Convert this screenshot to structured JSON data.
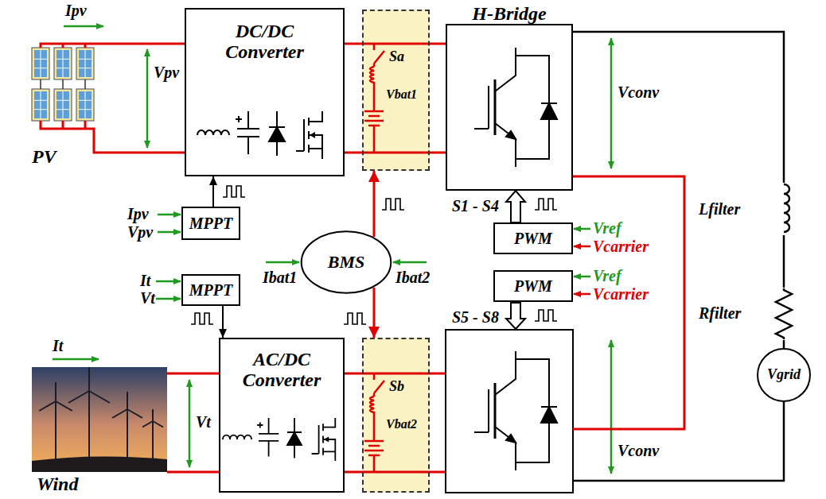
{
  "diagram": {
    "nodes": [
      {
        "text": [
          "PV"
        ]
      },
      {
        "text": [
          "DC/DC Converter"
        ]
      },
      {
        "text": [
          "Sa",
          "Vbat1"
        ]
      },
      {
        "text": [
          "H-Bridge"
        ]
      },
      {
        "text": [
          "MPPT"
        ]
      },
      {
        "text": [
          "BMS"
        ]
      },
      {
        "text": [
          "PWM"
        ]
      },
      {
        "text": [
          "MPPT"
        ]
      },
      {
        "text": [
          "PWM"
        ]
      },
      {
        "text": [
          "Wind"
        ]
      },
      {
        "text": [
          "AC/DC Converter"
        ]
      },
      {
        "text": [
          "Sb",
          "Vbat2"
        ]
      },
      {
        "text": [
          "Vgrid"
        ]
      }
    ],
    "edges": [
      {
        "from": 0,
        "to": 1,
        "arrow": "none"
      },
      {
        "from": 1,
        "to": 3,
        "arrow": "none"
      },
      {
        "from": 4,
        "to": 1,
        "arrow": "to"
      },
      {
        "from": 5,
        "to": 2,
        "arrow": "to"
      },
      {
        "from": 5,
        "to": 11,
        "arrow": "to"
      },
      {
        "from": 6,
        "to": 3,
        "arrow": "to",
        "label": "S1 - S4"
      },
      {
        "from": 7,
        "to": 10,
        "arrow": "to"
      },
      {
        "from": 9,
        "to": 10,
        "arrow": "none"
      },
      {
        "from": 3,
        "to": 12,
        "arrow": "none"
      }
    ],
    "labels": [
      "Ipv",
      "Vpv",
      "Ipv",
      "Vpv",
      "It",
      "Vt",
      "Ibat1",
      "Ibat2",
      "Vconv",
      "Vref",
      "Vcarrier",
      "Vref",
      "Vcarrier",
      "S5 - S8",
      "Lfilter",
      "Rfilter",
      "It",
      "Vt",
      "Vconv"
    ]
  }
}
